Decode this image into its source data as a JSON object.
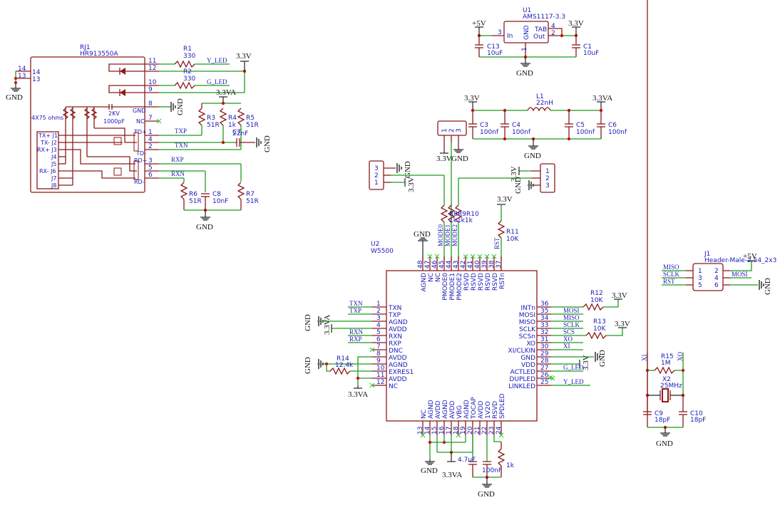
{
  "schematic": {
    "rj1": {
      "ref": "RJ1",
      "value": "HR913550A",
      "note": "4X75 ohms",
      "cap_v": "2KV",
      "cap_val": "1000pF",
      "left_pins": [
        "TX+ J1",
        "TX- J2",
        "RX+ J3",
        "J4",
        "J5",
        "RX- J6",
        "J7",
        "J8"
      ],
      "side_pins": [
        "14",
        "13"
      ],
      "right_pins": [
        {
          "num": "11"
        },
        {
          "num": "12"
        },
        {
          "num": "10"
        },
        {
          "num": "9"
        },
        {
          "num": "8",
          "name": "GND"
        },
        {
          "num": "7",
          "name": "NC"
        },
        {
          "num": "1",
          "name": "TD+"
        },
        {
          "num": "4"
        },
        {
          "num": "2",
          "name": "TD-"
        },
        {
          "num": "3",
          "name": "RD+"
        },
        {
          "num": "5"
        },
        {
          "num": "6",
          "name": "RD-"
        }
      ]
    },
    "resistors": {
      "r1": {
        "ref": "R1",
        "value": "330"
      },
      "r2": {
        "ref": "R2",
        "value": "330"
      },
      "r3": {
        "ref": "R3",
        "value": "51R"
      },
      "r4": {
        "ref": "R4",
        "value": "1k"
      },
      "r5": {
        "ref": "R5",
        "value": "51R"
      },
      "r6": {
        "ref": "R6",
        "value": "51R"
      },
      "r7": {
        "ref": "R7",
        "value": "51R"
      },
      "r8r9r10": {
        "ref": "R8R9R10",
        "value": "1k1k1k"
      },
      "r11": {
        "ref": "R11",
        "value": "10K"
      },
      "r12": {
        "ref": "R12",
        "value": "10K"
      },
      "r13": {
        "ref": "R13",
        "value": "10K"
      },
      "r14": {
        "ref": "R14",
        "value": "12.4k"
      },
      "r15": {
        "ref": "R15",
        "value": "1M"
      },
      "rspd": {
        "value": "1k"
      }
    },
    "capacitors": {
      "c1": {
        "ref": "C1",
        "value": "10uF"
      },
      "c13": {
        "ref": "C13",
        "value": "10uF"
      },
      "c3": {
        "ref": "C3",
        "value": "100nf"
      },
      "c4": {
        "ref": "C4",
        "value": "100nf"
      },
      "c5": {
        "ref": "C5",
        "value": "100nf"
      },
      "c6": {
        "ref": "C6",
        "value": "100nf"
      },
      "c7": {
        "ref": "C7",
        "value": "22nF"
      },
      "c8": {
        "ref": "C8",
        "value": "10nF"
      },
      "c9": {
        "ref": "C9",
        "value": "18pF"
      },
      "c10": {
        "ref": "C10",
        "value": "18pF"
      },
      "ctocap": {
        "value": "4.7uF"
      },
      "c1v2": {
        "value": "100nF"
      }
    },
    "l1": {
      "ref": "L1",
      "value": "22nH"
    },
    "x2": {
      "ref": "X2",
      "value": "25MHz"
    },
    "u1": {
      "ref": "U1",
      "value": "AMS1117-3.3",
      "pin_in": "In",
      "pin_gnd": "GND",
      "pin_tab": "TAB",
      "pin_out": "Out",
      "n_in": "3",
      "n_gnd": "1",
      "n_tab": "4",
      "n_out": "2"
    },
    "j1": {
      "ref": "J1",
      "value": "Header-Male-2.54_2x3",
      "pins": [
        "1",
        "2",
        "3",
        "4",
        "5",
        "6"
      ],
      "nets": {
        "p1": "MISO",
        "p3": "SCLK",
        "p5": "RST",
        "p4": "MOSI"
      }
    },
    "jumper": {
      "pins": [
        "1",
        "2",
        "3"
      ]
    },
    "u2": {
      "ref": "U2",
      "value": "W5500",
      "left": [
        [
          "1",
          "TXN"
        ],
        [
          "2",
          "TXP"
        ],
        [
          "3",
          "AGND"
        ],
        [
          "4",
          "AVDD"
        ],
        [
          "5",
          "RXN"
        ],
        [
          "6",
          "RXP"
        ],
        [
          "7",
          "DNC"
        ],
        [
          "8",
          "AVDD"
        ],
        [
          "9",
          "AGND"
        ],
        [
          "10",
          "EXRES1"
        ],
        [
          "11",
          "AVDD"
        ],
        [
          "12",
          "NC"
        ]
      ],
      "right": [
        [
          "36",
          "INTn"
        ],
        [
          "35",
          "MOSI"
        ],
        [
          "34",
          "MISO"
        ],
        [
          "33",
          "SCLK"
        ],
        [
          "32",
          "SCSn"
        ],
        [
          "31",
          "XO"
        ],
        [
          "30",
          "XI/CLKIN"
        ],
        [
          "29",
          "GND"
        ],
        [
          "28",
          "VDD"
        ],
        [
          "27",
          "ACTLED"
        ],
        [
          "26",
          "DUPLED"
        ],
        [
          "25",
          "LINKLED"
        ]
      ],
      "top": [
        [
          "48",
          "AGND"
        ],
        [
          "47",
          "NC"
        ],
        [
          "46",
          "NC"
        ],
        [
          "45",
          "PMODE0"
        ],
        [
          "44",
          "PMODE1"
        ],
        [
          "43",
          "PMODE2"
        ],
        [
          "42",
          "RSVD"
        ],
        [
          "41",
          "RSVD"
        ],
        [
          "40",
          "RSVD"
        ],
        [
          "39",
          "RSVD"
        ],
        [
          "38",
          "RSVD"
        ],
        [
          "37",
          "RSTn"
        ]
      ],
      "bottom": [
        [
          "13",
          "NC"
        ],
        [
          "14",
          "AGND"
        ],
        [
          "15",
          "AVDD"
        ],
        [
          "16",
          "AGND"
        ],
        [
          "17",
          "AVDD"
        ],
        [
          "18",
          "VBG"
        ],
        [
          "19",
          "AGND"
        ],
        [
          "20",
          "TOCAP"
        ],
        [
          "21",
          "AVDD"
        ],
        [
          "22",
          "1V2O"
        ],
        [
          "23",
          "RSVD"
        ],
        [
          "24",
          "SPDLED"
        ]
      ]
    },
    "nets": {
      "y_led": "Y_LED",
      "g_led": "G_LED",
      "txp": "TXP",
      "txn": "TXN",
      "rxp": "RXP",
      "rxn": "RXN",
      "mosi": "MOSI",
      "miso": "MISO",
      "sclk": "SCLK",
      "scs": "SCS",
      "xo": "XO",
      "xi": "XI",
      "rst": "RST",
      "mode0": "MODE0",
      "mode1": "MODE1",
      "mode2": "MODE2"
    },
    "power": {
      "v33": "3.3V",
      "v33a": "3.3VA",
      "v5": "+5V",
      "gnd": "GND"
    }
  }
}
